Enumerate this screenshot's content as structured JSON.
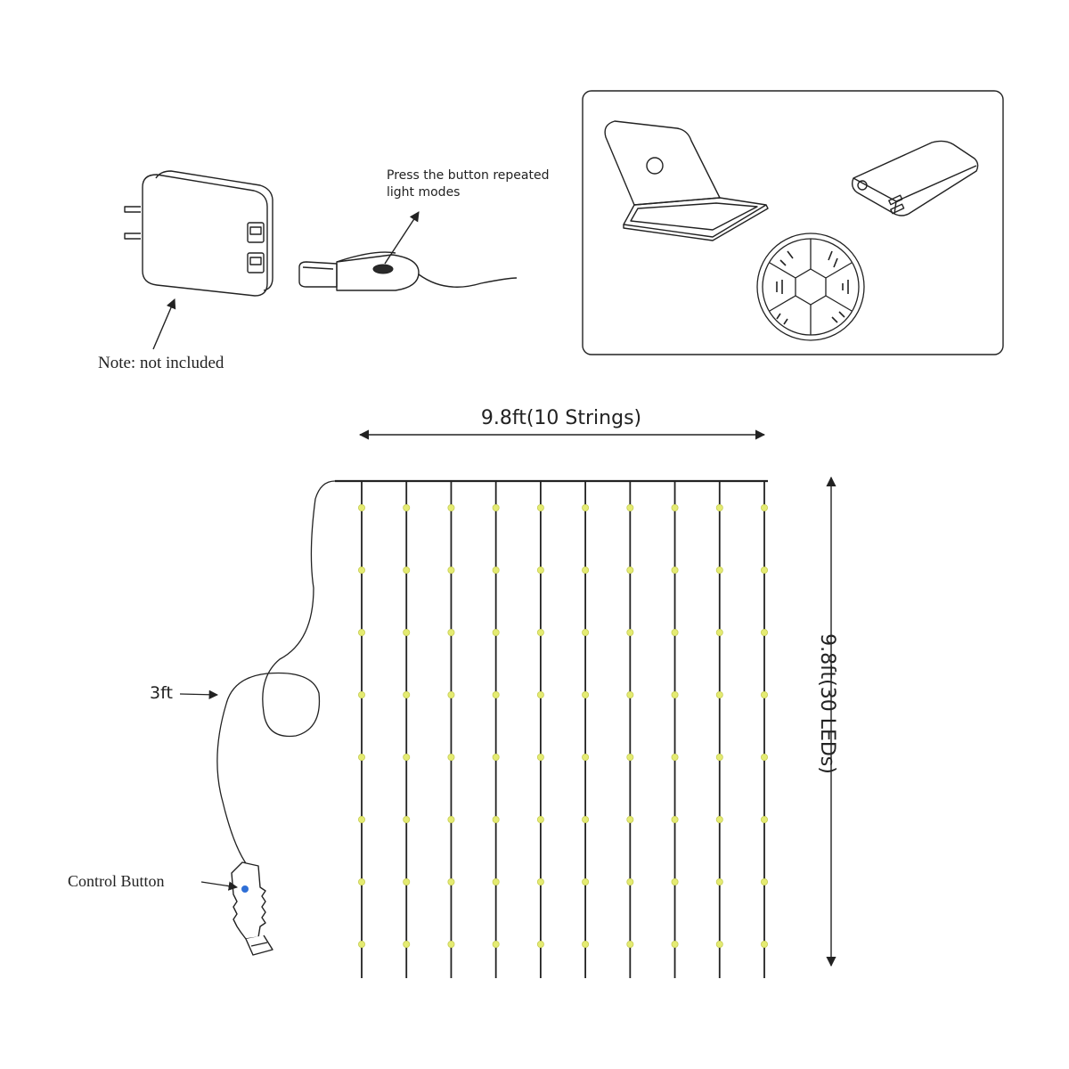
{
  "labels": {
    "button_note_line1": "Press the button repeated",
    "button_note_line2": "light modes",
    "adapter_note": "Note: not included",
    "width_label": "9.8ft(10 Strings)",
    "height_label": "9.8ft(30 LEDs)",
    "cable_length": "3ft",
    "control_button": "Control Button"
  },
  "curtain": {
    "strings": 10,
    "visible_leds_per_string": 8
  },
  "colors": {
    "line": "#222222",
    "led_fill": "#e4eb72",
    "led_stroke": "#c7cd55",
    "button_blue": "#2f6fd6"
  },
  "power_sources": [
    {
      "name": "laptop-icon"
    },
    {
      "name": "power-bank-icon"
    },
    {
      "name": "power-strip-icon"
    }
  ]
}
